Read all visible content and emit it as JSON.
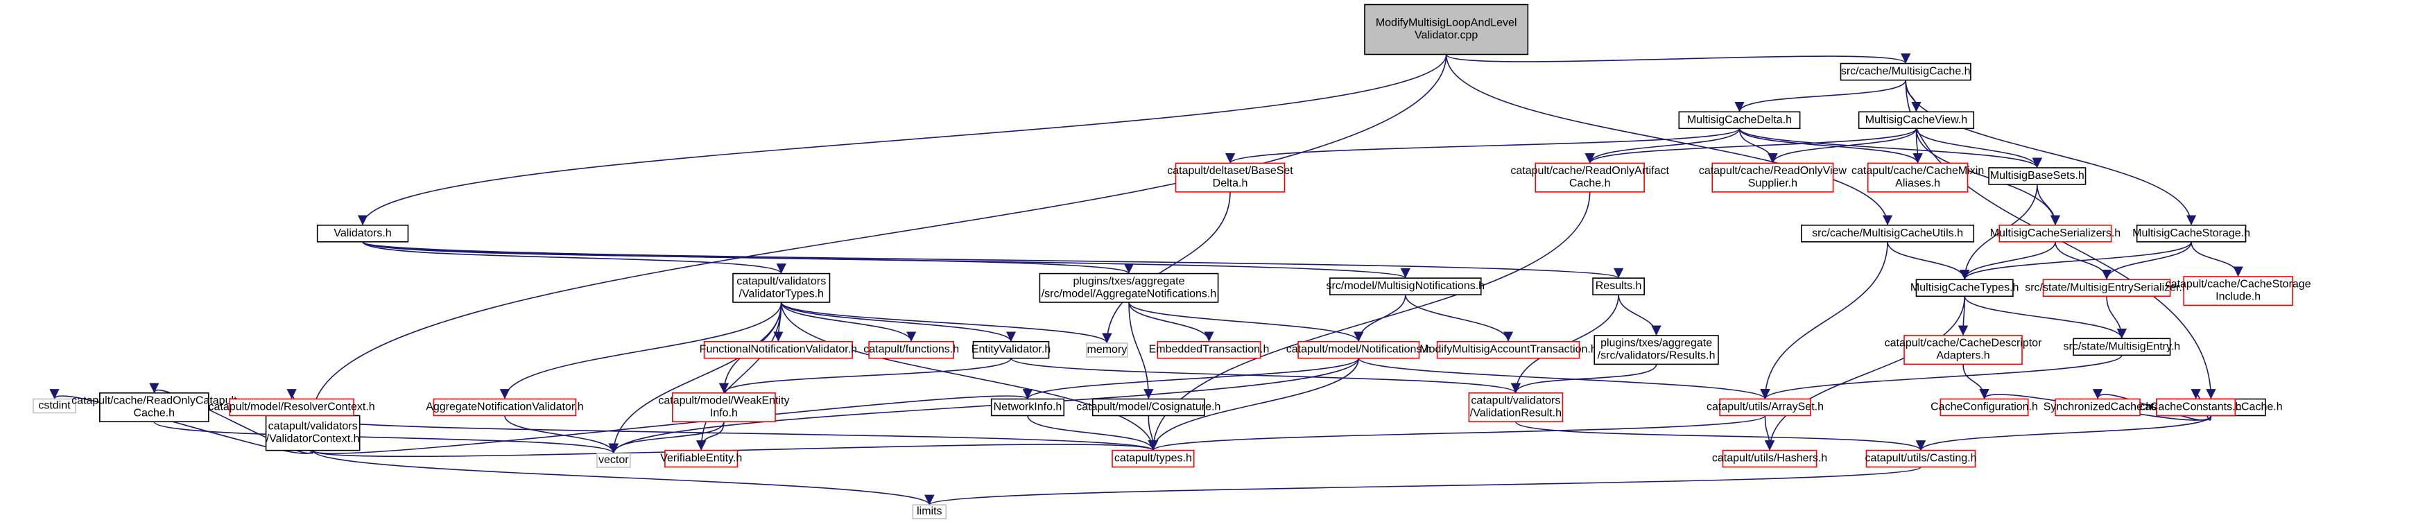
{
  "colors": {
    "edge": "#191970",
    "root_fill": "#bfbfbf",
    "root_border": "#000000",
    "node_border": "#000000",
    "node_fill": "#ffffff",
    "external_border": "#ff0000",
    "system_border": "#bfbfbf"
  },
  "nodes": [
    {
      "id": "root",
      "lines": [
        "ModifyMultisigLoopAndLevel",
        "Validator.cpp"
      ],
      "kind": "root"
    },
    {
      "id": "vctx",
      "lines": [
        "catapult/validators",
        "/ValidatorContext.h"
      ],
      "kind": "local"
    },
    {
      "id": "validators",
      "lines": [
        "Validators.h"
      ],
      "kind": "local"
    },
    {
      "id": "mcu",
      "lines": [
        "src/cache/MultisigCacheUtils.h"
      ],
      "kind": "local"
    },
    {
      "id": "mc",
      "lines": [
        "src/cache/MultisigCache.h"
      ],
      "kind": "local"
    },
    {
      "id": "mcd",
      "lines": [
        "MultisigCacheDelta.h"
      ],
      "kind": "local"
    },
    {
      "id": "mcv",
      "lines": [
        "MultisigCacheView.h"
      ],
      "kind": "local"
    },
    {
      "id": "basesetdelta",
      "lines": [
        "catapult/deltaset/BaseSet",
        "Delta.h"
      ],
      "kind": "external"
    },
    {
      "id": "roac",
      "lines": [
        "catapult/cache/ReadOnlyArtifact",
        "Cache.h"
      ],
      "kind": "external"
    },
    {
      "id": "rovs",
      "lines": [
        "catapult/cache/ReadOnlyView",
        "Supplier.h"
      ],
      "kind": "external"
    },
    {
      "id": "cma",
      "lines": [
        "catapult/cache/CacheMixin",
        "Aliases.h"
      ],
      "kind": "external"
    },
    {
      "id": "mbs",
      "lines": [
        "MultisigBaseSets.h"
      ],
      "kind": "local"
    },
    {
      "id": "mcs",
      "lines": [
        "MultisigCacheStorage.h"
      ],
      "kind": "local"
    },
    {
      "id": "msers",
      "lines": [
        "MultisigCacheSerializers.h"
      ],
      "kind": "external"
    },
    {
      "id": "mct",
      "lines": [
        "MultisigCacheTypes.h"
      ],
      "kind": "local"
    },
    {
      "id": "mes",
      "lines": [
        "src/state/MultisigEntrySerializer.h"
      ],
      "kind": "external"
    },
    {
      "id": "ccsi",
      "lines": [
        "catapult/cache/CacheStorage",
        "Include.h"
      ],
      "kind": "external"
    },
    {
      "id": "vtypes",
      "lines": [
        "catapult/validators",
        "/ValidatorTypes.h"
      ],
      "kind": "local"
    },
    {
      "id": "pan",
      "lines": [
        "plugins/txes/aggregate",
        "/src/model/AggregateNotifications.h"
      ],
      "kind": "local"
    },
    {
      "id": "smn",
      "lines": [
        "src/model/MultisigNotifications.h"
      ],
      "kind": "local"
    },
    {
      "id": "results",
      "lines": [
        "Results.h"
      ],
      "kind": "local"
    },
    {
      "id": "cdsa",
      "lines": [
        "catapult/cache/CacheDescriptor",
        "Adapters.h"
      ],
      "kind": "external"
    },
    {
      "id": "sme",
      "lines": [
        "src/state/MultisigEntry.h"
      ],
      "kind": "local"
    },
    {
      "id": "cbc",
      "lines": [
        "catapult/cache/BasicCache.h"
      ],
      "kind": "local"
    },
    {
      "id": "fnv",
      "lines": [
        "FunctionalNotificationValidator.h"
      ],
      "kind": "external"
    },
    {
      "id": "cfunc",
      "lines": [
        "catapult/functions.h"
      ],
      "kind": "external"
    },
    {
      "id": "ev",
      "lines": [
        "EntityValidator.h"
      ],
      "kind": "local"
    },
    {
      "id": "memory",
      "lines": [
        "memory"
      ],
      "kind": "system"
    },
    {
      "id": "et",
      "lines": [
        "EmbeddedTransaction.h"
      ],
      "kind": "external"
    },
    {
      "id": "cmn",
      "lines": [
        "catapult/model/Notifications.h"
      ],
      "kind": "external"
    },
    {
      "id": "mmat",
      "lines": [
        "ModifyMultisigAccountTransaction.h"
      ],
      "kind": "external"
    },
    {
      "id": "pavr",
      "lines": [
        "plugins/txes/aggregate",
        "/src/validators/Results.h"
      ],
      "kind": "local"
    },
    {
      "id": "cstdint",
      "lines": [
        "cstdint"
      ],
      "kind": "system"
    },
    {
      "id": "crocc",
      "lines": [
        "catapult/cache/ReadOnlyCatapult",
        "Cache.h"
      ],
      "kind": "local"
    },
    {
      "id": "cmrc",
      "lines": [
        "catapult/model/ResolverContext.h"
      ],
      "kind": "external"
    },
    {
      "id": "anv",
      "lines": [
        "AggregateNotificationValidator.h"
      ],
      "kind": "external"
    },
    {
      "id": "cmwei",
      "lines": [
        "catapult/model/WeakEntity",
        "Info.h"
      ],
      "kind": "external"
    },
    {
      "id": "ni",
      "lines": [
        "NetworkInfo.h"
      ],
      "kind": "local"
    },
    {
      "id": "cmcos",
      "lines": [
        "catapult/model/Cosignature.h"
      ],
      "kind": "local"
    },
    {
      "id": "cvr",
      "lines": [
        "catapult/validators",
        "/ValidationResult.h"
      ],
      "kind": "external"
    },
    {
      "id": "cuas",
      "lines": [
        "catapult/utils/ArraySet.h"
      ],
      "kind": "external"
    },
    {
      "id": "cc",
      "lines": [
        "CacheConfiguration.h"
      ],
      "kind": "external"
    },
    {
      "id": "sc",
      "lines": [
        "SynchronizedCache.h"
      ],
      "kind": "external"
    },
    {
      "id": "cconst",
      "lines": [
        "CacheConstants.h"
      ],
      "kind": "external"
    },
    {
      "id": "vector",
      "lines": [
        "vector"
      ],
      "kind": "system"
    },
    {
      "id": "ve",
      "lines": [
        "VerifiableEntity.h"
      ],
      "kind": "external"
    },
    {
      "id": "ctypes",
      "lines": [
        "catapult/types.h"
      ],
      "kind": "external"
    },
    {
      "id": "cuh",
      "lines": [
        "catapult/utils/Hashers.h"
      ],
      "kind": "external"
    },
    {
      "id": "cuc",
      "lines": [
        "catapult/utils/Casting.h"
      ],
      "kind": "external"
    },
    {
      "id": "limits",
      "lines": [
        "limits"
      ],
      "kind": "system"
    }
  ],
  "edges": [
    [
      "root",
      "vctx"
    ],
    [
      "root",
      "validators"
    ],
    [
      "root",
      "mcu"
    ],
    [
      "root",
      "mc"
    ],
    [
      "mc",
      "mcd"
    ],
    [
      "mc",
      "mcv"
    ],
    [
      "mc",
      "mcs"
    ],
    [
      "mc",
      "cbc"
    ],
    [
      "mcd",
      "basesetdelta"
    ],
    [
      "mcd",
      "roac"
    ],
    [
      "mcd",
      "rovs"
    ],
    [
      "mcd",
      "cma"
    ],
    [
      "mcd",
      "mbs"
    ],
    [
      "mcv",
      "roac"
    ],
    [
      "mcv",
      "rovs"
    ],
    [
      "mcv",
      "cma"
    ],
    [
      "mcv",
      "mbs"
    ],
    [
      "mcv",
      "msers"
    ],
    [
      "mbs",
      "msers"
    ],
    [
      "mbs",
      "mct"
    ],
    [
      "msers",
      "mct"
    ],
    [
      "msers",
      "mes"
    ],
    [
      "mcs",
      "mct"
    ],
    [
      "mcs",
      "mes"
    ],
    [
      "mcs",
      "ccsi"
    ],
    [
      "mcu",
      "mct"
    ],
    [
      "mcu",
      "cuas"
    ],
    [
      "mct",
      "cdsa"
    ],
    [
      "mct",
      "sme"
    ],
    [
      "mct",
      "cuh"
    ],
    [
      "mes",
      "sme"
    ],
    [
      "sme",
      "cuas"
    ],
    [
      "cdsa",
      "cc"
    ],
    [
      "cbc",
      "cc"
    ],
    [
      "cbc",
      "sc"
    ],
    [
      "cbc",
      "cconst"
    ],
    [
      "cbc",
      "cuc"
    ],
    [
      "validators",
      "vtypes"
    ],
    [
      "validators",
      "pan"
    ],
    [
      "validators",
      "smn"
    ],
    [
      "validators",
      "results"
    ],
    [
      "vtypes",
      "memory"
    ],
    [
      "vtypes",
      "fnv"
    ],
    [
      "vtypes",
      "cfunc"
    ],
    [
      "vtypes",
      "ev"
    ],
    [
      "vtypes",
      "anv"
    ],
    [
      "vtypes",
      "cmwei"
    ],
    [
      "vtypes",
      "vector"
    ],
    [
      "vtypes",
      "ve"
    ],
    [
      "vtypes",
      "ctypes"
    ],
    [
      "ev",
      "cmwei"
    ],
    [
      "ev",
      "cvr"
    ],
    [
      "pan",
      "cmn"
    ],
    [
      "pan",
      "cmcos"
    ],
    [
      "pan",
      "et"
    ],
    [
      "smn",
      "cmn"
    ],
    [
      "smn",
      "mmat"
    ],
    [
      "results",
      "cvr"
    ],
    [
      "results",
      "pavr"
    ],
    [
      "pavr",
      "cvr"
    ],
    [
      "cmn",
      "ni"
    ],
    [
      "cmn",
      "ctypes"
    ],
    [
      "cmn",
      "vector"
    ],
    [
      "cmn",
      "cuas"
    ],
    [
      "basesetdelta",
      "memory"
    ],
    [
      "roac",
      "ctypes"
    ],
    [
      "vctx",
      "cstdint"
    ],
    [
      "vctx",
      "crocc"
    ],
    [
      "vctx",
      "cmrc"
    ],
    [
      "vctx",
      "ni"
    ],
    [
      "vctx",
      "ctypes"
    ],
    [
      "vctx",
      "limits"
    ],
    [
      "crocc",
      "vector"
    ],
    [
      "cmrc",
      "ctypes"
    ],
    [
      "anv",
      "vector"
    ],
    [
      "cmwei",
      "vector"
    ],
    [
      "cmwei",
      "ve"
    ],
    [
      "ni",
      "ctypes"
    ],
    [
      "cmcos",
      "ctypes"
    ],
    [
      "cvr",
      "cuc"
    ],
    [
      "cuas",
      "ctypes"
    ],
    [
      "cuas",
      "cuh"
    ],
    [
      "cuc",
      "limits"
    ]
  ]
}
